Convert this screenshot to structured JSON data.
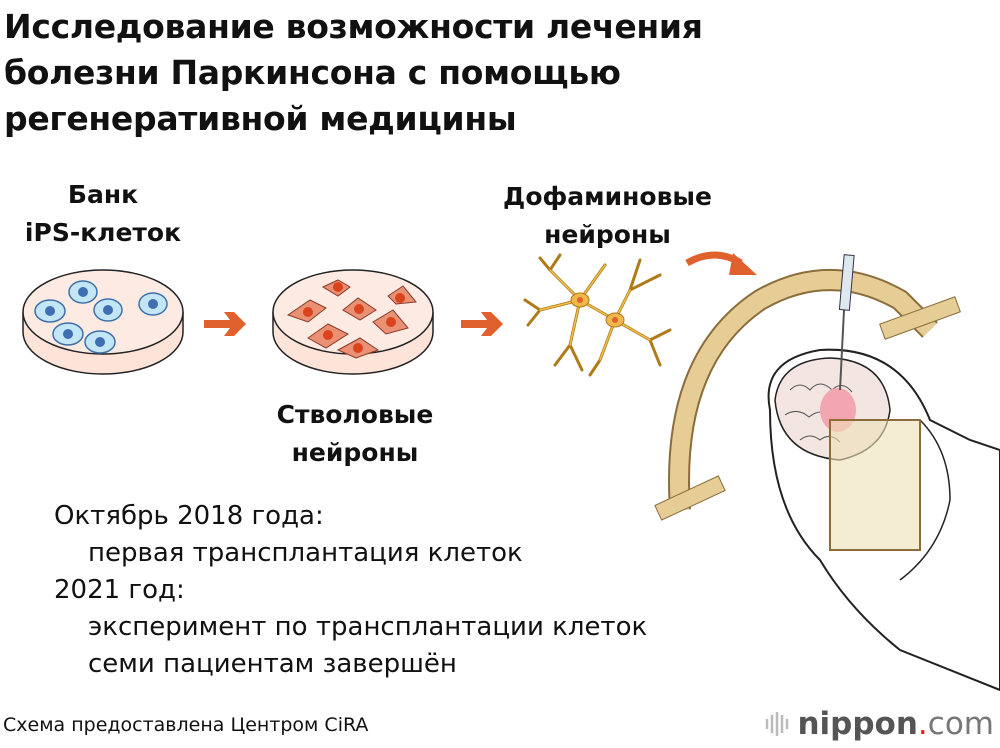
{
  "title": {
    "lines": [
      "Исследование возможности лечения",
      "болезни Паркинсона с помощью",
      "регенеративной медицины"
    ]
  },
  "labels": {
    "ips_bank": [
      "Банк",
      "iPS-клеток"
    ],
    "stem_neurons": [
      "Стволовые",
      "нейроны"
    ],
    "dopamine_neurons": [
      "Дофаминовые",
      "нейроны"
    ]
  },
  "timeline": {
    "event1_date": "Октябрь 2018 года:",
    "event1_text": "первая трансплантация клеток",
    "event2_date": "2021 год:",
    "event2_text_line1": "эксперимент по трансплантации клеток",
    "event2_text_line2": "семи пациентам завершён"
  },
  "credit": "Схема предоставлена Центром CiRA",
  "logo": {
    "main": "nippon",
    "dot": ".",
    "suffix": "com"
  },
  "colors": {
    "arrow": "#e0602e",
    "ips_cell": "#bfe3f5",
    "stem_cell": "#e8826a",
    "neuron": "#e8b040"
  }
}
